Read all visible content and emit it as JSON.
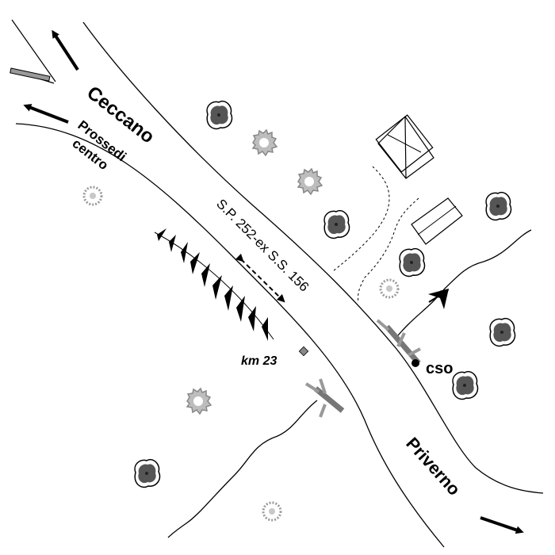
{
  "labels": {
    "ceccano": "Ceccano",
    "prossedi": "Prossedi",
    "centro": "centro",
    "road": "S.P. 252-ex S.S. 156",
    "km": "km 23",
    "cso": "cso",
    "priverno": "Priverno"
  },
  "colors": {
    "road_line": "#000000",
    "tree_dark": "#555555",
    "tree_light": "#9a9a9a",
    "bridge": "#777777",
    "marker": "#888888"
  },
  "icons": {
    "arrow": "arrow-icon",
    "tree": "tree-icon",
    "shrub": "shrub-icon",
    "building": "building-icon",
    "embankment": "embankment-icon"
  }
}
